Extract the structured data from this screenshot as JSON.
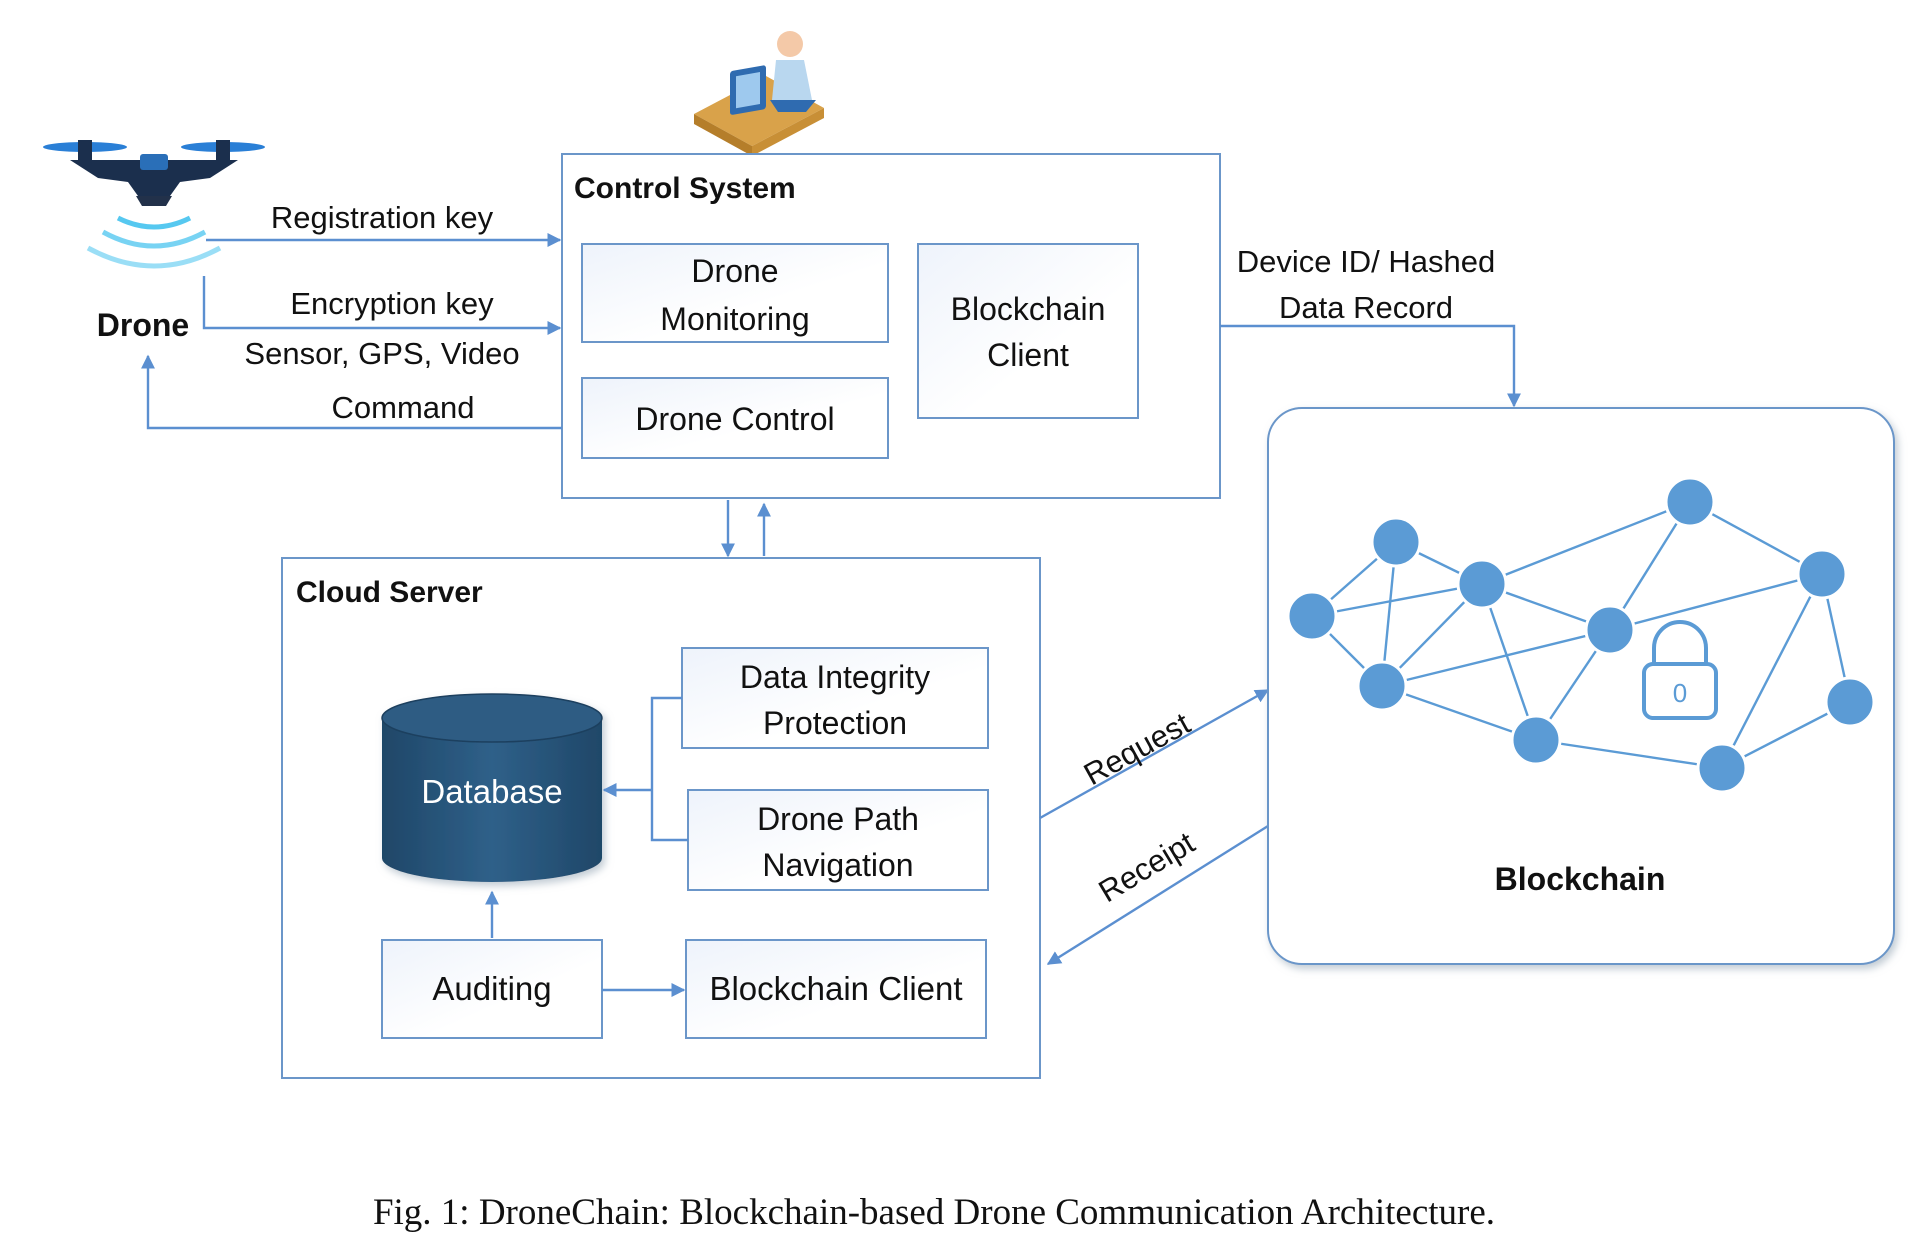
{
  "caption": "Fig. 1: DroneChain: Blockchain-based Drone Communication Architecture.",
  "drone": {
    "label": "Drone"
  },
  "control_system": {
    "title": "Control System",
    "drone_monitoring": [
      "Drone",
      "Monitoring"
    ],
    "blockchain_client": [
      "Blockchain",
      "Client"
    ],
    "drone_control": "Drone Control"
  },
  "cloud_server": {
    "title": "Cloud Server",
    "database": "Database",
    "data_integrity": [
      "Data Integrity",
      "Protection"
    ],
    "drone_path": [
      "Drone Path",
      "Navigation"
    ],
    "auditing": "Auditing",
    "blockchain_client": "Blockchain Client"
  },
  "blockchain": {
    "label": "Blockchain",
    "lock_glyph": "0"
  },
  "edges": {
    "registration_key": "Registration key",
    "encryption_key": "Encryption key",
    "sensor_gps_video": "Sensor, GPS, Video",
    "command": "Command",
    "device_id": [
      "Device ID/ Hashed",
      "Data Record"
    ],
    "request": "Request",
    "receipt": "Receipt"
  },
  "icons": {
    "drone": "drone-icon",
    "operator": "operator-workstation-icon",
    "database": "database-cylinder-icon",
    "lock": "lock-icon"
  },
  "colors": {
    "line": "#5b8fd0",
    "node": "#5b9bd5",
    "database": "#2e5c83",
    "box_border": "#6b96c9"
  }
}
